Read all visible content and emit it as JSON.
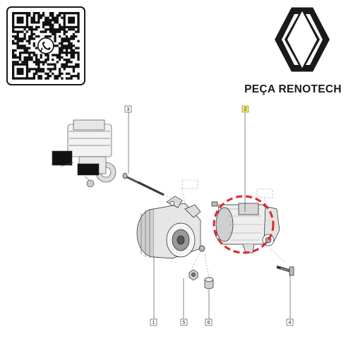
{
  "brand": {
    "name": "PEÇA RENOTECH"
  },
  "colors": {
    "highlight": "#e0262a",
    "callout_yellow": "#f2e86a",
    "ink": "#1a1a1a"
  },
  "icons": {
    "qr": "qr-code-icon",
    "whatsapp": "whatsapp-icon",
    "logo": "renault-diamond-logo"
  },
  "callouts": {
    "c1": "1",
    "c2": "2",
    "c3": "3",
    "c4": "4",
    "c5": "5",
    "c6": "6"
  }
}
